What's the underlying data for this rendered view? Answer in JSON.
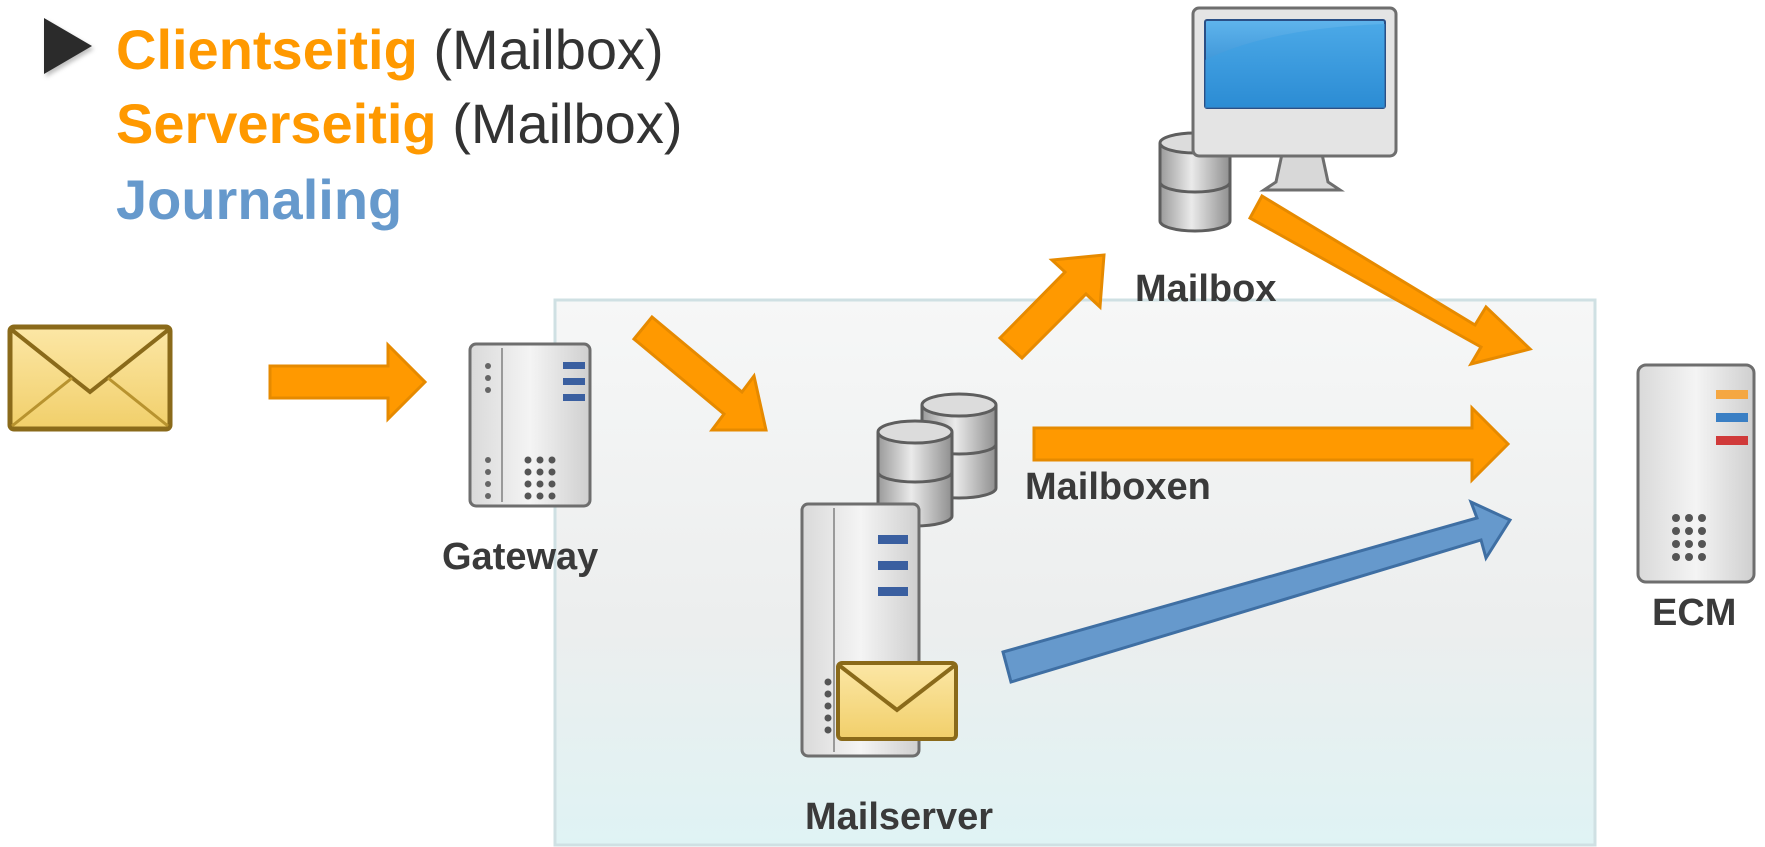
{
  "legend": {
    "items": [
      {
        "strong": "Clientseitig",
        "note": "(Mailbox)"
      },
      {
        "strong": "Serverseitig",
        "note": "(Mailbox)"
      },
      {
        "strong": "Journaling",
        "note": ""
      }
    ]
  },
  "labels": {
    "gateway": "Gateway",
    "mailserver": "Mailserver",
    "mailboxen": "Mailboxen",
    "mailbox": "Mailbox",
    "ecm": "ECM"
  },
  "colors": {
    "orange": "#ff9900",
    "orange_stroke": "#e68a00",
    "blue": "#6699cc",
    "blue_stroke": "#3f6fa3",
    "label_text": "#3a3a3a",
    "envelope_fill": "#f7d777",
    "envelope_stroke": "#8a6a1a",
    "server_body": "#e8e8e8",
    "server_stroke": "#6e6e6e",
    "monitor_screen": "#1f86d0"
  },
  "icons": [
    "bullet-triangle-icon",
    "envelope-icon",
    "server-icon",
    "database-icon",
    "monitor-icon",
    "arrow-icon"
  ]
}
